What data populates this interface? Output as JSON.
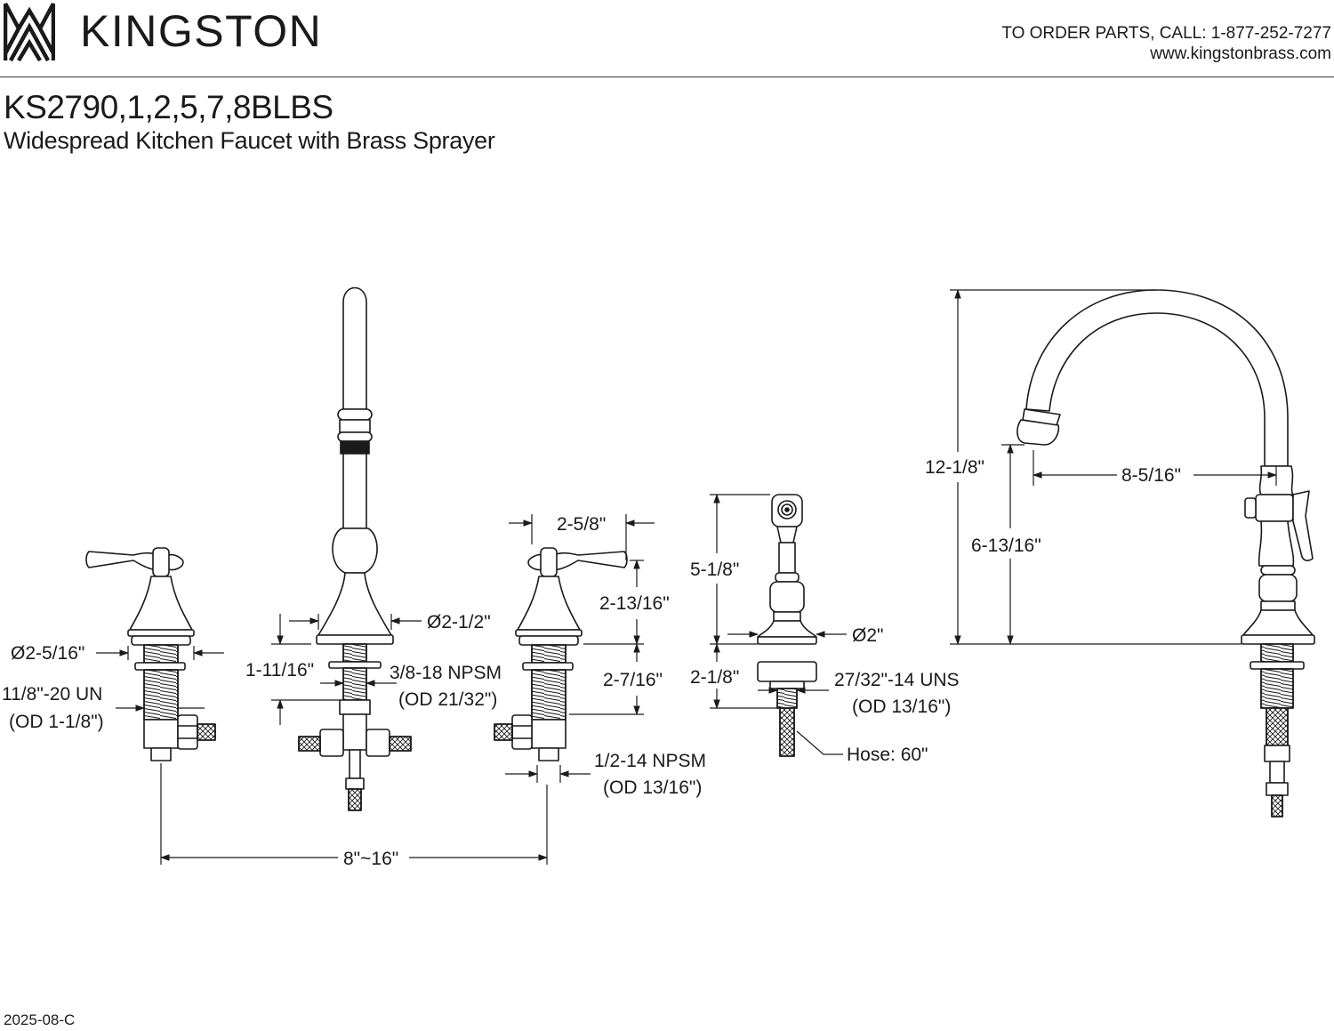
{
  "header": {
    "brand_name": "KINGSTON",
    "order_line": "TO ORDER PARTS, CALL: 1-877-252-7277",
    "website": "www.kingstonbrass.com"
  },
  "product": {
    "model_number": "KS2790,1,2,5,7,8BLBS",
    "description": "Widespread Kitchen Faucet with Brass Sprayer"
  },
  "dimensions": {
    "handle_flange_dia": "Ø2-5/16\"",
    "handle_thread_line1": "11/8\"-20 UN",
    "handle_thread_line2": "(OD 1-1/8\")",
    "spout_base_dia": "Ø2-1/2\"",
    "spout_flange_height": "1-11/16\"",
    "spout_thread_line1": "3/8-18 NPSM",
    "spout_thread_line2": "(OD 21/32\")",
    "handle_width": "2-5/8\"",
    "handle_height": "2-13/16\"",
    "handle_shank_length": "2-7/16\"",
    "inlet_thread_line1": "1/2-14 NPSM",
    "inlet_thread_line2": "(OD 13/16\")",
    "spread": "8\"~16\"",
    "sprayer_height": "5-1/8\"",
    "sprayer_base_dia": "Ø2\"",
    "sprayer_shank_length": "2-1/8\"",
    "sprayer_thread_line1": "27/32\"-14 UNS",
    "sprayer_thread_line2": "(OD 13/16\")",
    "hose_length": "Hose: 60\"",
    "overall_height": "12-1/8\"",
    "spout_reach": "8-5/16\"",
    "spout_clearance": "6-13/16\""
  },
  "footer": {
    "revision": "2025-08-C"
  },
  "style": {
    "line_color": "#1a1a1a",
    "background": "#ffffff"
  }
}
